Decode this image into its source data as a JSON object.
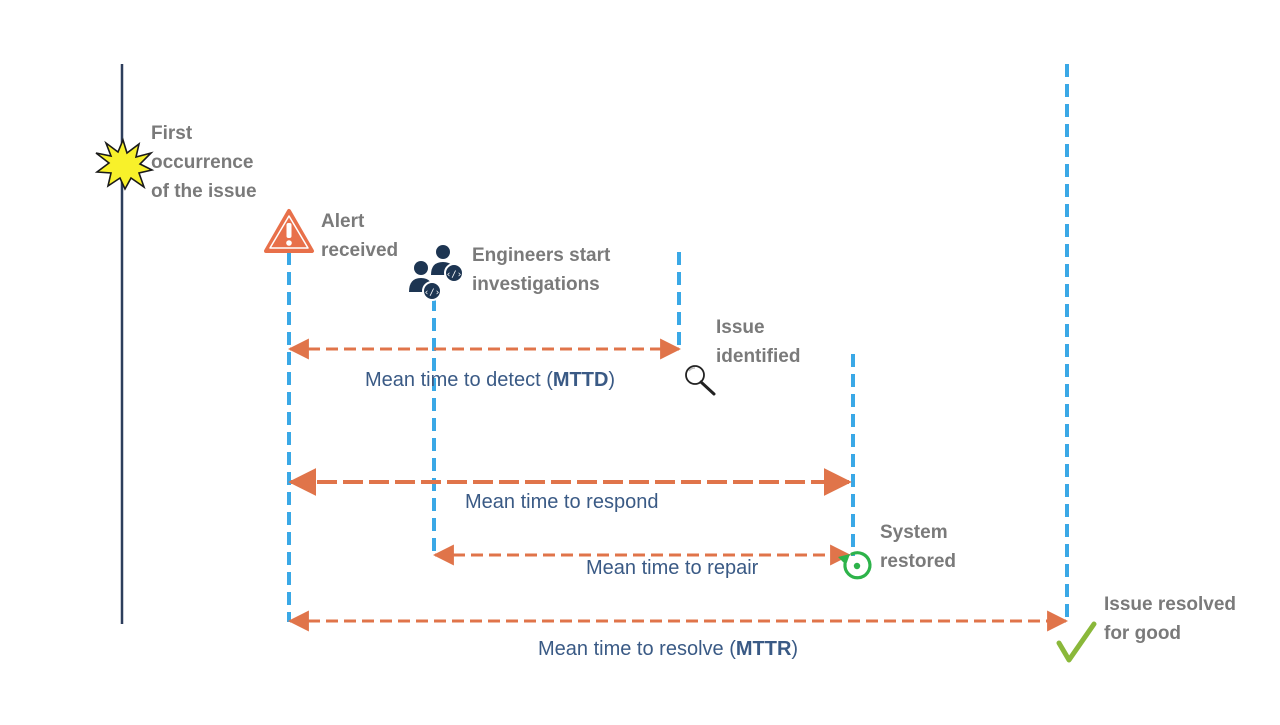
{
  "events": {
    "first_occurrence": "First\noccurrence\nof the issue",
    "alert_received": "Alert\nreceived",
    "engineers_start": "Engineers start\ninvestigations",
    "issue_identified": "Issue\nidentified",
    "system_restored": "System\nrestored",
    "issue_resolved": "Issue resolved\nfor good"
  },
  "metrics": {
    "mttd": {
      "text": "Mean time to detect (",
      "abbr": "MTTD",
      "close": ")"
    },
    "respond": {
      "text": "Mean time to respond"
    },
    "repair": {
      "text": "Mean time to repair"
    },
    "mttr": {
      "text": "Mean time to resolve (",
      "abbr": "MTTR",
      "close": ")"
    }
  },
  "icons": {
    "first_occurrence": "explosion-icon",
    "alert_received": "warning-icon",
    "engineers_start": "engineers-icon",
    "issue_identified": "magnifier-icon",
    "system_restored": "restore-icon",
    "issue_resolved": "checkmark-icon"
  },
  "colors": {
    "timeline": "#2d3e5c",
    "dashed_marker": "#3aa8e6",
    "arrow": "#e0744a",
    "event_text": "#7a7a7a",
    "metric_text": "#3a5a85",
    "warning": "#e8704a",
    "restore": "#2db34a",
    "check": "#8ab83a",
    "engineers": "#1d3552",
    "explosion": "#f8f12a"
  }
}
